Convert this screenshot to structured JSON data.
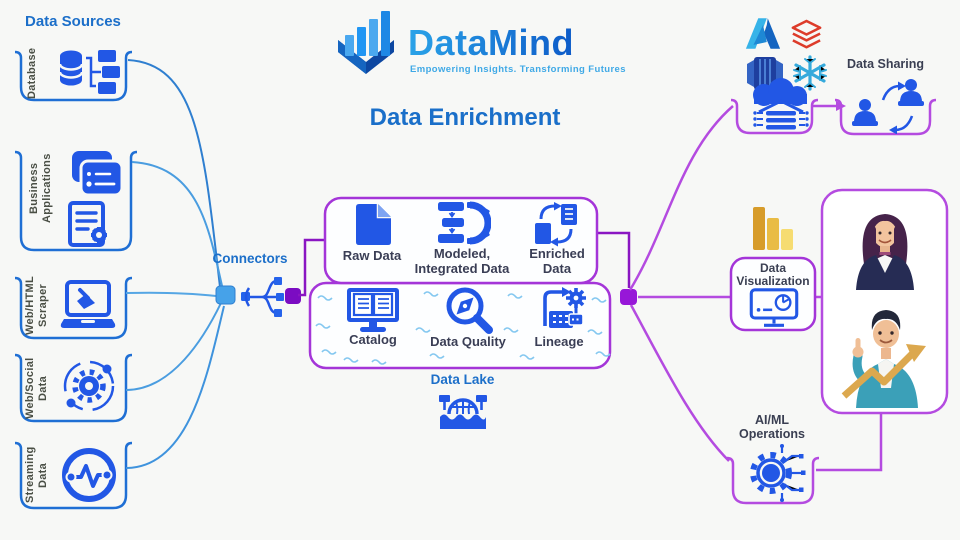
{
  "brand": {
    "name": "DataMind",
    "tagline": "Empowering Insights. Transforming Futures"
  },
  "title": "Data Enrichment",
  "sources": {
    "title": "Data Sources",
    "items": [
      {
        "label": "Database"
      },
      {
        "label": "Business Applications"
      },
      {
        "label": "Web/HTML\nScraper"
      },
      {
        "label": "Web/Social\nData"
      },
      {
        "label": "Streaming\nData"
      }
    ]
  },
  "connectors": {
    "label": "Connectors"
  },
  "data_lake": {
    "label": "Data Lake",
    "top_zones": [
      {
        "label": "Raw Data"
      },
      {
        "label": "Modeled,\nIntegrated Data"
      },
      {
        "label": "Enriched\nData"
      }
    ],
    "bottom_zones": [
      {
        "label": "Catalog"
      },
      {
        "label": "Data Quality"
      },
      {
        "label": "Lineage"
      }
    ]
  },
  "outputs": {
    "data_sharing": {
      "label": "Data Sharing"
    },
    "data_visualization": {
      "label": "Data\nVisualization"
    },
    "aiml_operations": {
      "label": "AI/ML\nOperations"
    }
  },
  "platform_icons": {
    "items": [
      "azure-icon",
      "databricks-icon",
      "redshift-icon",
      "snowflake-icon",
      "cloud-warehouse-icon",
      "powerbi-icon"
    ]
  },
  "colors": {
    "accent_blue": "#1c6fc9",
    "icon_blue": "#2257e5",
    "line_blue": "#4a9de0",
    "purple_border": "#a435d8",
    "purple_line": "#b44be0",
    "dark_purple": "#8a16c2",
    "label_dark": "#3a3f52",
    "snowflake_blue": "#35aadc",
    "databricks_red": "#dd3c2a",
    "powerbi_gold": "#e2a93c"
  }
}
